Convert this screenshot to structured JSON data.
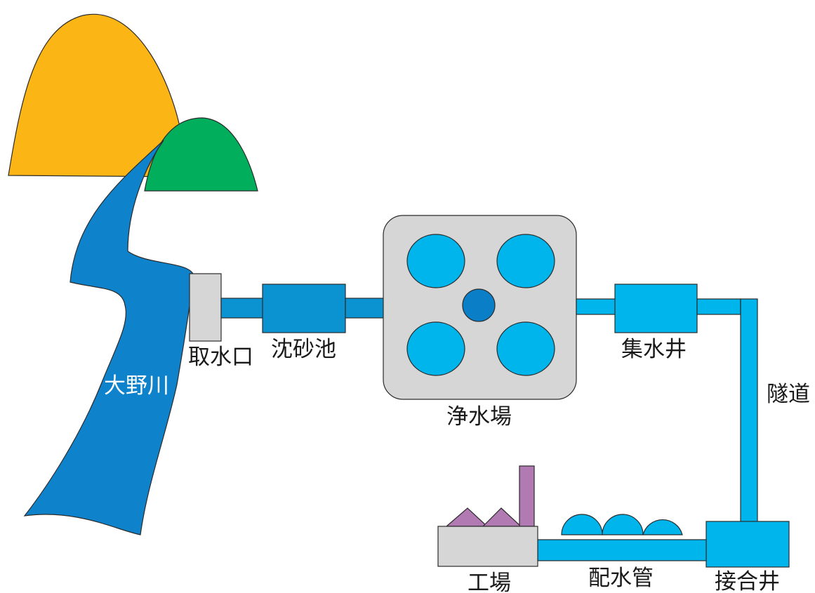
{
  "labels": {
    "river": "大野川",
    "intake": "取水口",
    "sand_basin": "沈砂池",
    "purification_plant": "浄水場",
    "collection_well": "集水井",
    "tunnel": "隧道",
    "junction_well": "接合井",
    "distribution_pipe": "配水管",
    "factory": "工場"
  },
  "colors": {
    "mountain_large": "#fbb515",
    "mountain_small": "#00ae5c",
    "river": "#0f82cc",
    "pipe_dark": "#0a93d0",
    "pipe_light": "#00b5ec",
    "plant_body": "#d6d6d6",
    "tank": "#00b5ec",
    "tank_center": "#0a7fc8",
    "factory_body": "#d6d6d6",
    "factory_roof": "#b27ab3"
  }
}
